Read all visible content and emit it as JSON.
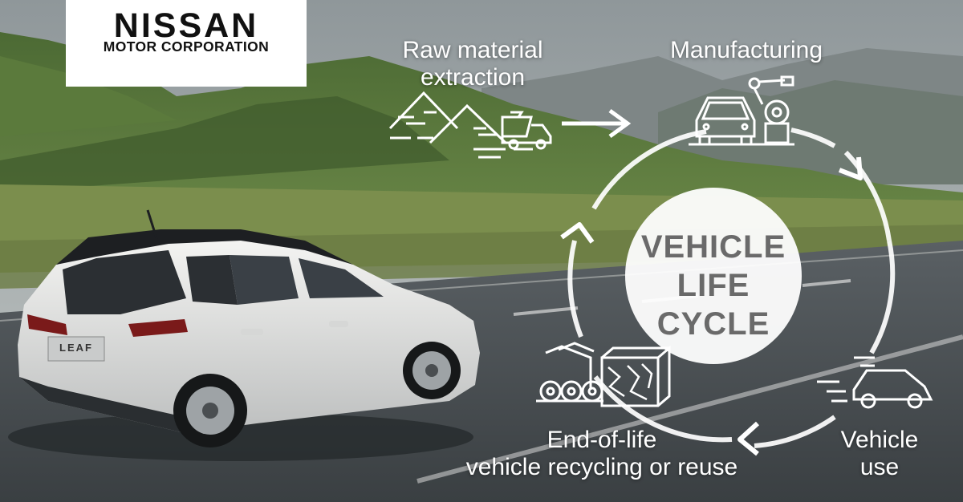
{
  "logo": {
    "brand": "NISSAN",
    "subtitle": "MOTOR CORPORATION"
  },
  "stages": {
    "raw_material_line1": "Raw material",
    "raw_material_line2": "extraction",
    "manufacturing": "Manufacturing",
    "vehicle_use_line1": "Vehicle",
    "vehicle_use_line2": "use",
    "end_of_life_line1": "End-of-life",
    "end_of_life_line2": "vehicle recycling or reuse"
  },
  "center": {
    "line1": "VEHICLE",
    "line2": "LIFE",
    "line3": "CYCLE"
  },
  "car_badge": "LEAF",
  "icons": [
    "mountain-icon",
    "dump-truck-icon",
    "factory-car-icon",
    "robot-arm-icon",
    "moving-car-icon",
    "metal-rolls-icon",
    "shredded-material-icon",
    "arrow-right-icon"
  ],
  "colors": {
    "sky": "#9aa3a6",
    "hills": "#4f6b3a",
    "road": "#4d5458",
    "car_body": "#e8e8e6",
    "car_roof": "#1d1f22",
    "text": "#ffffff"
  }
}
